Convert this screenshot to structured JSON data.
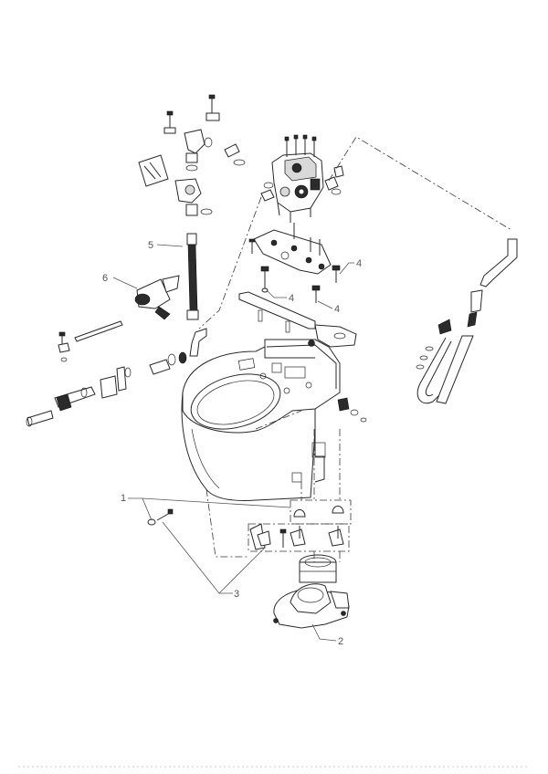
{
  "callouts": [
    {
      "id": "1",
      "text": "1"
    },
    {
      "id": "2",
      "text": "2"
    },
    {
      "id": "3",
      "text": "3"
    },
    {
      "id": "4a",
      "text": "4"
    },
    {
      "id": "4b",
      "text": "4"
    },
    {
      "id": "4c",
      "text": "4"
    },
    {
      "id": "5",
      "text": "5"
    },
    {
      "id": "6",
      "text": "6"
    }
  ],
  "colors": {
    "line": "#2a2a2a",
    "callout": "#555555",
    "background": "#ffffff"
  }
}
